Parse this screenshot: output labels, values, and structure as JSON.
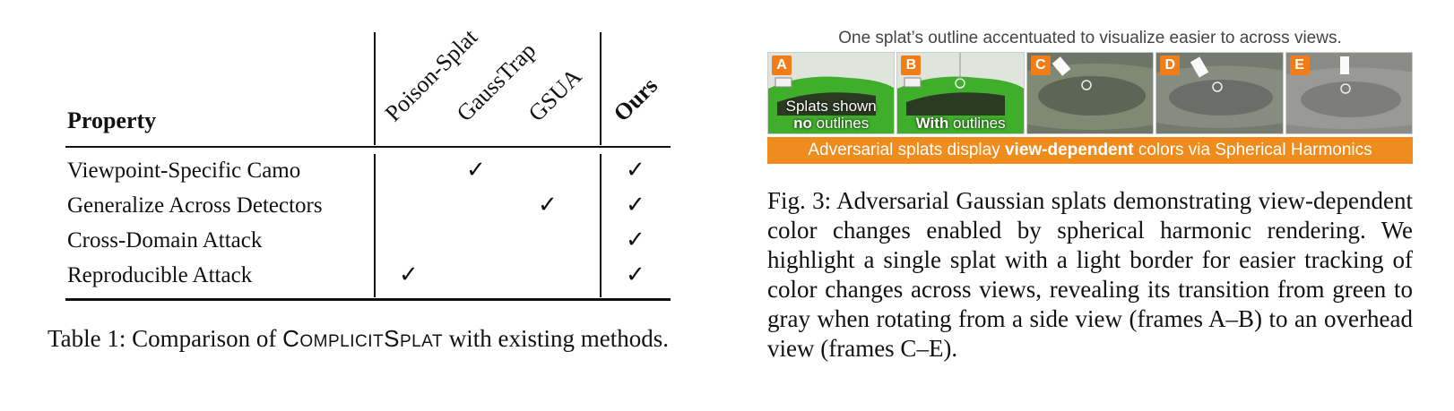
{
  "table": {
    "property_header": "Property",
    "columns": [
      "Poison-Splat",
      "GaussTrap",
      "GSUA",
      "Ours"
    ],
    "rows": [
      {
        "label": "Viewpoint-Specific Camo",
        "checks": [
          false,
          true,
          false,
          true
        ]
      },
      {
        "label": "Generalize Across Detectors",
        "checks": [
          false,
          false,
          true,
          true
        ]
      },
      {
        "label": "Cross-Domain Attack",
        "checks": [
          false,
          false,
          false,
          true
        ]
      },
      {
        "label": "Reproducible Attack",
        "checks": [
          true,
          false,
          false,
          true
        ]
      }
    ],
    "check_symbol": "✓",
    "caption_prefix": "Table 1: Comparison of ",
    "caption_name_C": "C",
    "caption_name_OMPLICIT": "OMPLICIT",
    "caption_name_S": "S",
    "caption_name_PLAT": "PLAT",
    "caption_suffix": " with existing methods."
  },
  "figure": {
    "top_note": "One splat’s outline accentuated to visualize easier to across views.",
    "frames": [
      {
        "badge": "A",
        "note_line1": "Splats shown",
        "note_bold": "no",
        "note_line2": " outlines",
        "color": "#3fae2a"
      },
      {
        "badge": "B",
        "note_bold": "With",
        "note_line2": " outlines",
        "color": "#3fae2a"
      },
      {
        "badge": "C",
        "color": "#6e7566"
      },
      {
        "badge": "D",
        "color": "#747a70"
      },
      {
        "badge": "E",
        "color": "#8a8a86"
      }
    ],
    "banner_pre": "Adversarial splats display ",
    "banner_bold": "view-dependent",
    "banner_post": " colors via Spherical Harmonics",
    "caption": "Fig. 3: Adversarial Gaussian splats demonstrating view-dependent color changes enabled by spherical harmonic rendering. We highlight a single splat with a light border for easier tracking of color changes across views, revealing its transition from green to gray when rotating from a side view (frames A–B) to an overhead view (frames C–E)."
  },
  "colors": {
    "accent": "#f08c1e",
    "green": "#3fae2a"
  }
}
